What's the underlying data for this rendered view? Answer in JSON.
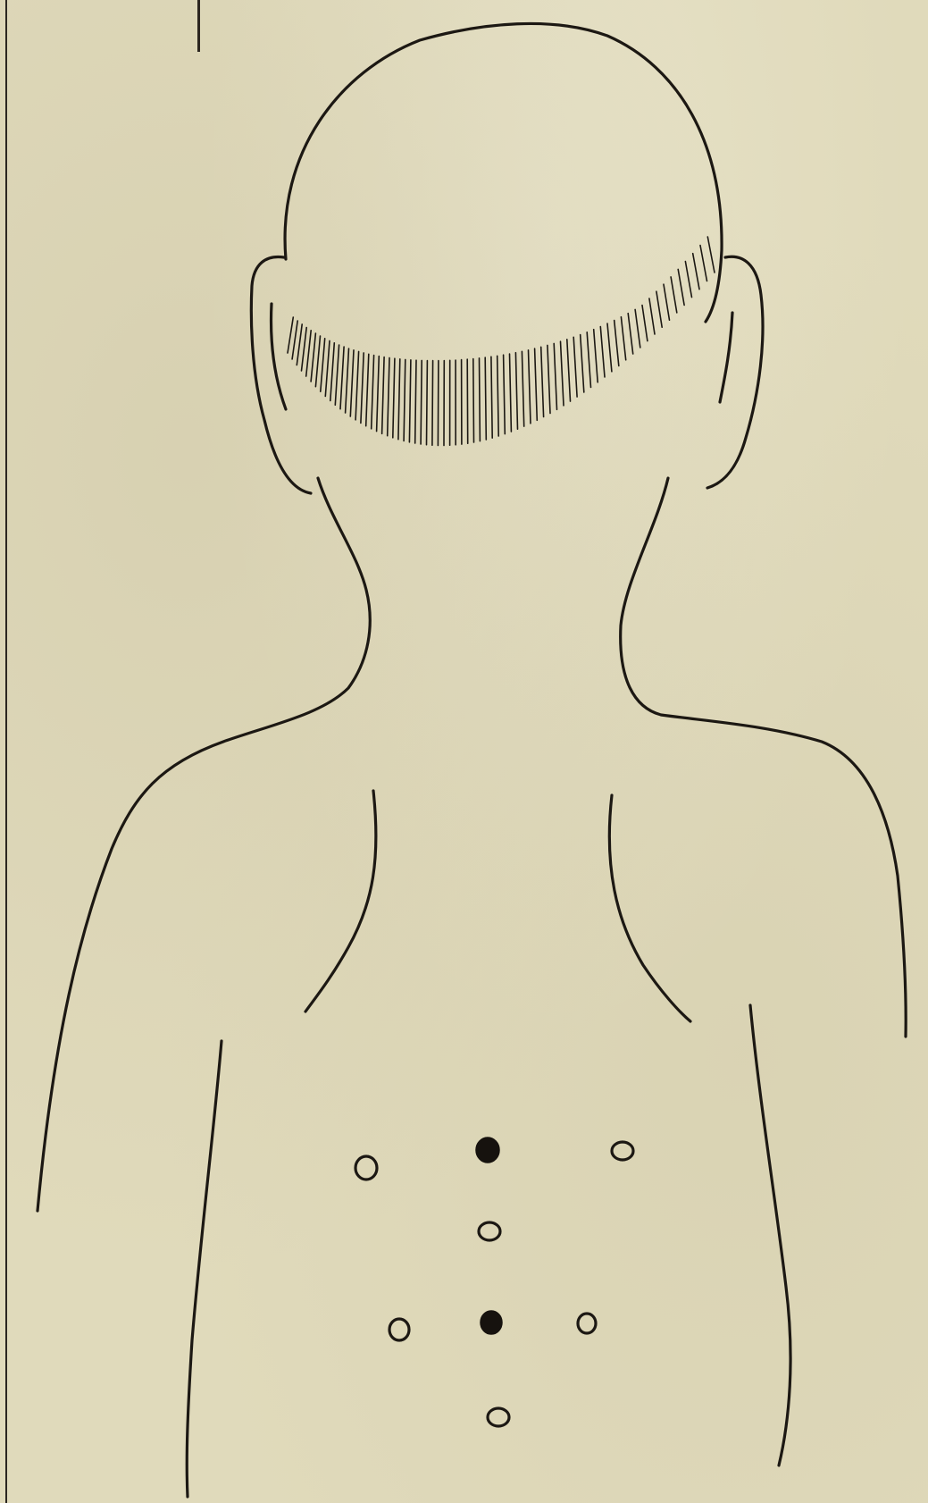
{
  "figure": {
    "subject": "back-view-of-child",
    "colors": {
      "paper": "#e0dabb",
      "ink": "#1c1813"
    },
    "points": [
      {
        "id": "upper-left",
        "kind": "open"
      },
      {
        "id": "upper-center",
        "kind": "filled"
      },
      {
        "id": "upper-right",
        "kind": "open"
      },
      {
        "id": "middle-center",
        "kind": "open"
      },
      {
        "id": "lower-left",
        "kind": "open"
      },
      {
        "id": "lower-center",
        "kind": "filled"
      },
      {
        "id": "lower-right",
        "kind": "open"
      },
      {
        "id": "bottom-center",
        "kind": "open"
      }
    ]
  }
}
